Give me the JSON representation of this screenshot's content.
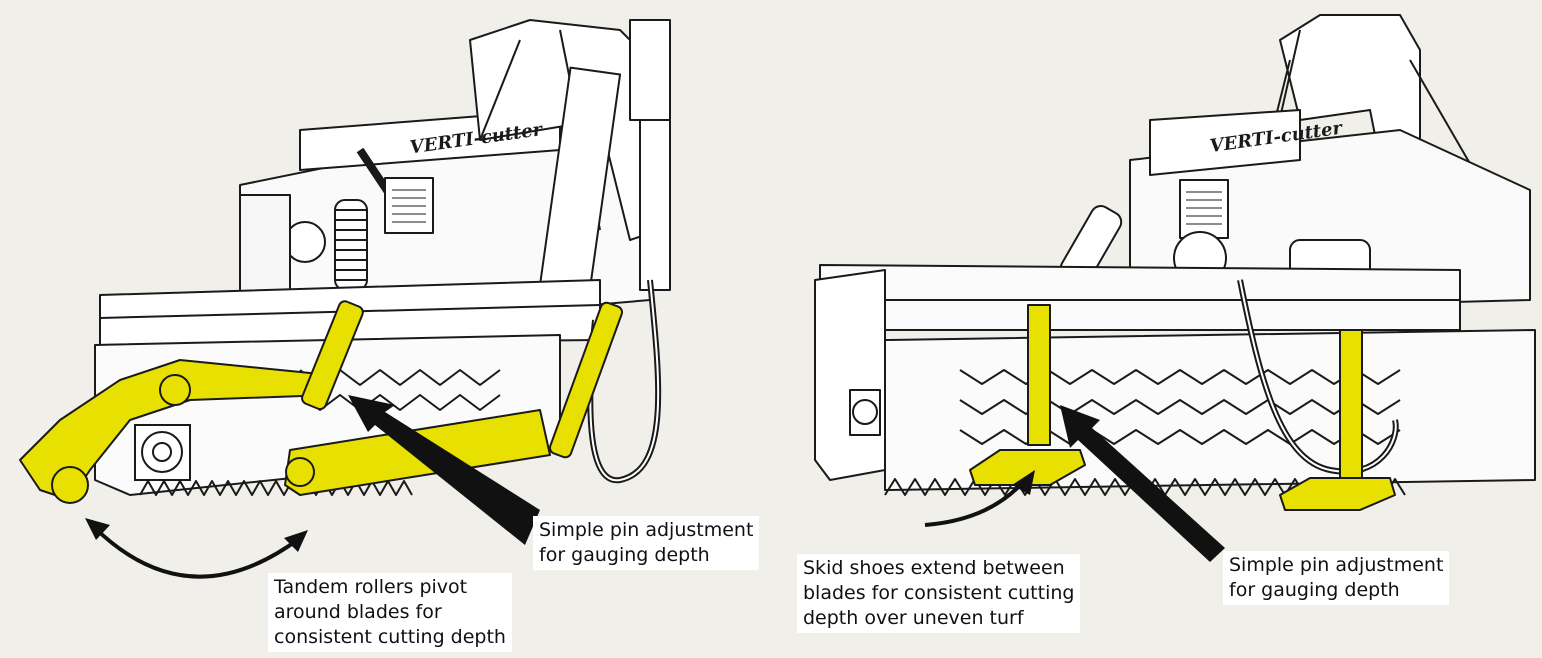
{
  "left_machine": {
    "brand_text": "VERTI-cutter",
    "callouts": {
      "pin_adjustment": [
        "Simple pin adjustment",
        "for gauging depth"
      ],
      "tandem_rollers": [
        "Tandem rollers pivot",
        "around blades for",
        "consistent cutting depth"
      ]
    }
  },
  "right_machine": {
    "brand_text": "VERTI-cutter",
    "callouts": {
      "skid_shoes": [
        "Skid shoes extend between",
        "blades for consistent cutting",
        "depth over uneven turf"
      ],
      "pin_adjustment": [
        "Simple pin adjustment",
        "for gauging depth"
      ]
    }
  },
  "colors": {
    "highlight": "#e8e000",
    "line": "#1a1a1a",
    "background": "#f1efea"
  }
}
